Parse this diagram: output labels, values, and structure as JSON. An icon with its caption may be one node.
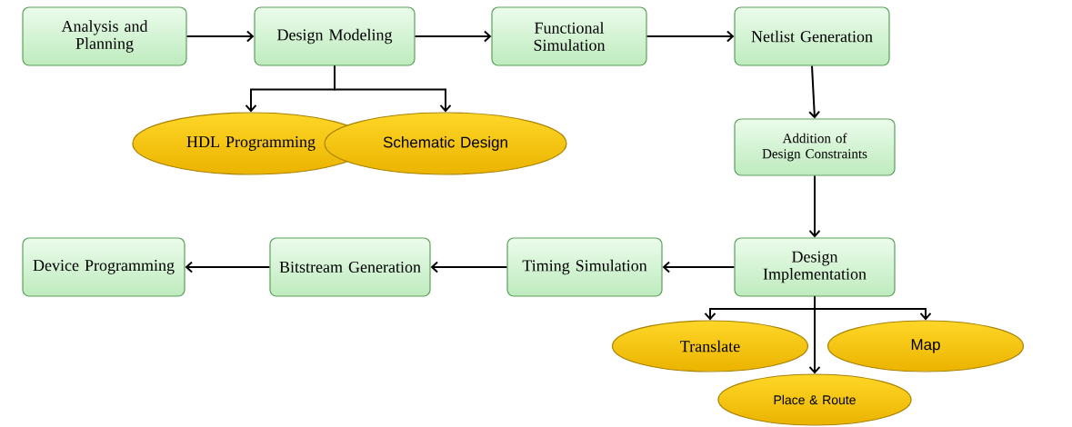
{
  "diagram": {
    "nodes": [
      {
        "text": [
          "Analysis and Planning"
        ]
      },
      {
        "text": [
          "Design Modeling"
        ]
      },
      {
        "text": [
          "Functional Simulation"
        ]
      },
      {
        "text": [
          "Netlist Generation"
        ]
      },
      {
        "text": [
          "HDL Programming"
        ]
      },
      {
        "text": [
          "Schematic Design"
        ]
      },
      {
        "text": [
          "Addition of Design Constraints"
        ]
      },
      {
        "text": [
          "Device Programming"
        ]
      },
      {
        "text": [
          "Bitstream Generation"
        ]
      },
      {
        "text": [
          "Timing Simulation"
        ]
      },
      {
        "text": [
          "Design Implementation"
        ]
      },
      {
        "text": [
          "Translate"
        ]
      },
      {
        "text": [
          "Map"
        ]
      },
      {
        "text": [
          "Place & Route"
        ]
      }
    ],
    "edges": [
      {
        "from": 0,
        "to": 1,
        "arrow": "to"
      },
      {
        "from": 1,
        "to": 2,
        "arrow": "to"
      },
      {
        "from": 2,
        "to": 3,
        "arrow": "to"
      },
      {
        "from": 1,
        "to": 4,
        "arrow": "to"
      },
      {
        "from": 1,
        "to": 5,
        "arrow": "to"
      },
      {
        "from": 3,
        "to": 6,
        "arrow": "to"
      },
      {
        "from": 6,
        "to": 10,
        "arrow": "to"
      },
      {
        "from": 10,
        "to": 9,
        "arrow": "to"
      },
      {
        "from": 9,
        "to": 8,
        "arrow": "to"
      },
      {
        "from": 8,
        "to": 7,
        "arrow": "to"
      },
      {
        "from": 10,
        "to": 11,
        "arrow": "to"
      },
      {
        "from": 10,
        "to": 12,
        "arrow": "to"
      },
      {
        "from": 10,
        "to": 13,
        "arrow": "to"
      }
    ]
  }
}
